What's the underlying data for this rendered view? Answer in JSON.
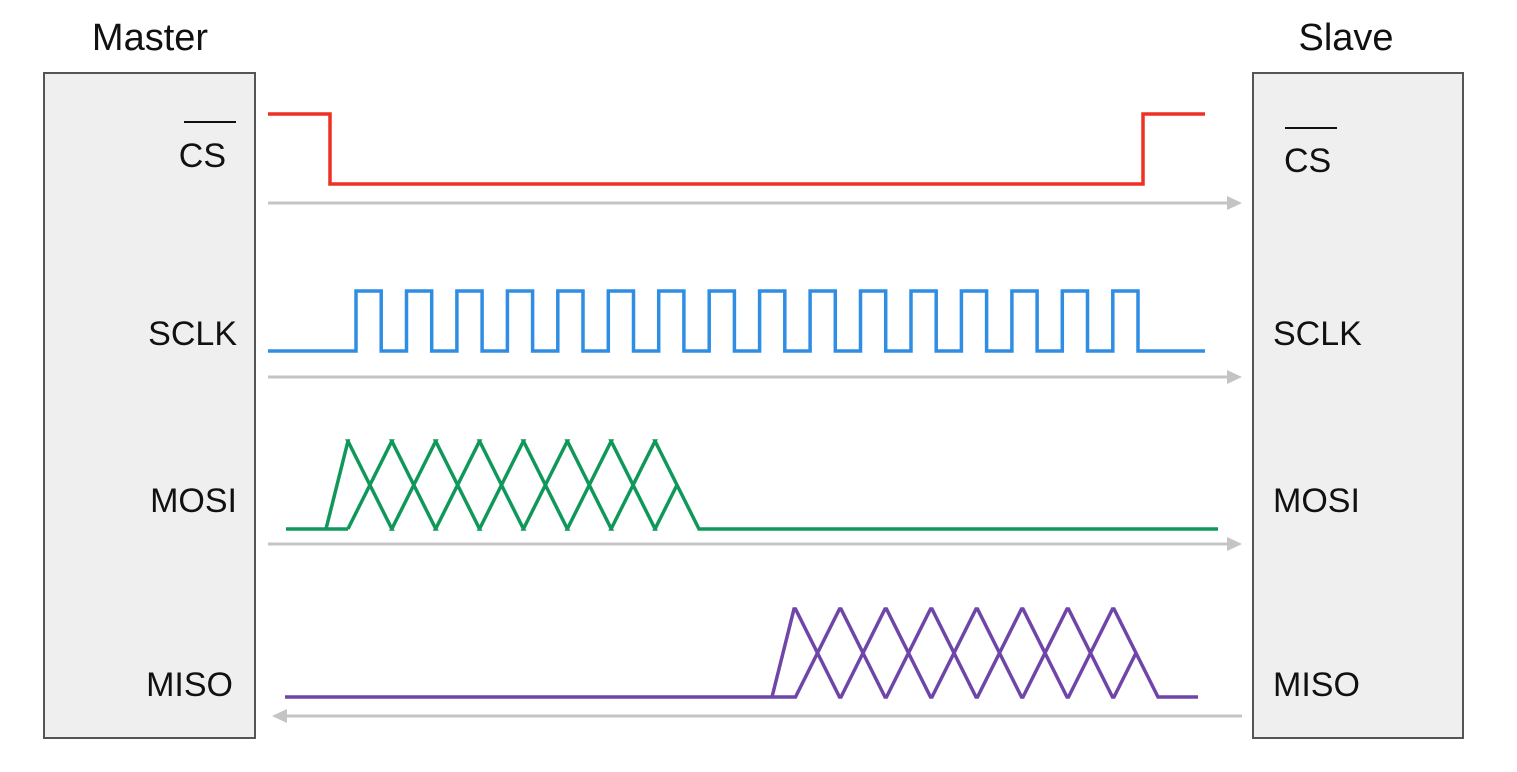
{
  "master": {
    "title": "Master"
  },
  "slave": {
    "title": "Slave"
  },
  "signals": [
    {
      "id": "cs",
      "label": "CS",
      "overline": true,
      "color": "#ee3124",
      "direction": "master-to-slave"
    },
    {
      "id": "sclk",
      "label": "SCLK",
      "overline": false,
      "color": "#2f8ee3",
      "direction": "master-to-slave"
    },
    {
      "id": "mosi",
      "label": "MOSI",
      "overline": false,
      "color": "#10985a",
      "direction": "master-to-slave"
    },
    {
      "id": "miso",
      "label": "MISO",
      "overline": false,
      "color": "#6f45a8",
      "direction": "slave-to-master"
    }
  ],
  "colors": {
    "box_fill": "#efefef",
    "box_stroke": "#555555",
    "arrow": "#c4c4c4"
  },
  "sclk_pulses": 16,
  "mosi_bits": 8,
  "miso_bits": 8
}
